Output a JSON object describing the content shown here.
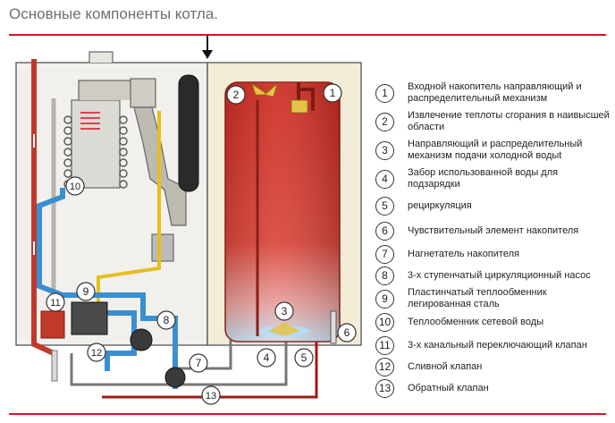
{
  "title": "Основные компоненты котла.",
  "legend": [
    {
      "num": "1",
      "text": "Входной накопитель направляющий и распределительный механизм"
    },
    {
      "num": "2",
      "text": "Извлечение теплоты сгорания в наивысшей области"
    },
    {
      "num": "3",
      "text": "Направляющий и распределительный механизм подачи холодной водыt"
    },
    {
      "num": "4",
      "text": "Забор использованной воды для подзарядки"
    },
    {
      "num": "5",
      "text": "рециркуляция"
    },
    {
      "num": "6",
      "text": "Чувствительный элемент накопителя"
    },
    {
      "num": "7",
      "text": "Нагнетатель накопителя"
    },
    {
      "num": "8",
      "text": "3-х ступенчатый циркуляционный насос"
    },
    {
      "num": "9",
      "text": "Пластинчатый теплообменник легированная сталь"
    },
    {
      "num": "10",
      "text": "Теплообменник сетевой воды"
    },
    {
      "num": "11",
      "text": "3-х канальный переключающий клапан"
    },
    {
      "num": "12",
      "text": "Сливной клапан"
    },
    {
      "num": "13",
      "text": "Обратный клапан"
    }
  ],
  "callouts": [
    "1",
    "2",
    "3",
    "4",
    "5",
    "6",
    "7",
    "8",
    "9",
    "10",
    "11",
    "12",
    "13"
  ],
  "colors": {
    "accent_red": "#d8122a",
    "panel_fill": "#f3ecd6",
    "hot_pipe": "#c0392b",
    "cold_pipe": "#3a8fd0",
    "tank_red": "#d5392d",
    "gas_yellow": "#e2c020"
  }
}
